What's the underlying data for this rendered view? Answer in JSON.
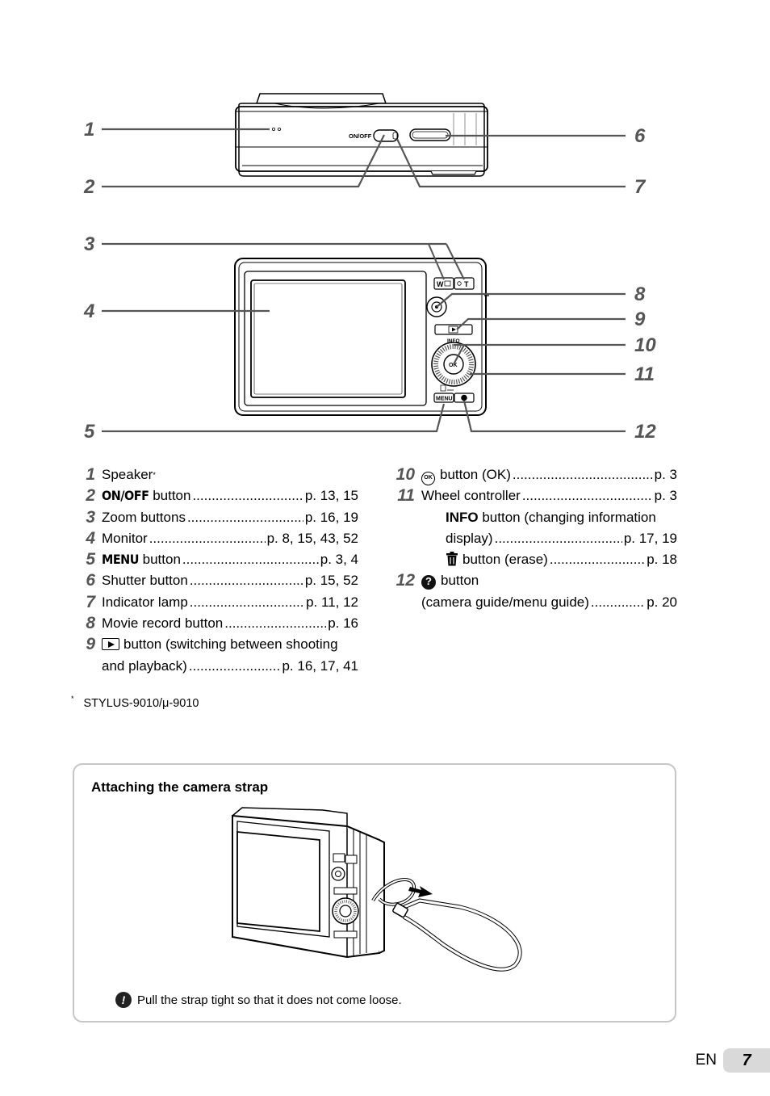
{
  "callouts": [
    "1",
    "2",
    "3",
    "4",
    "5",
    "6",
    "7",
    "8",
    "9",
    "10",
    "11",
    "12"
  ],
  "camera_labels": {
    "on_off": "ON/OFF",
    "zoom_w": "W",
    "zoom_t": "T",
    "info": "INFO",
    "ok": "OK",
    "menu": "MENU"
  },
  "legend_left": [
    {
      "num": "1",
      "label": "Speaker",
      "sup": "*",
      "page": ""
    },
    {
      "num": "2",
      "mark": "ON/OFF",
      "label": "button",
      "page": "p. 13, 15"
    },
    {
      "num": "3",
      "label": "Zoom buttons",
      "page": "p. 16, 19"
    },
    {
      "num": "4",
      "label": "Monitor",
      "page": "p. 8, 15, 43, 52"
    },
    {
      "num": "5",
      "mark": "MENU",
      "label": "button",
      "page": "p. 3, 4"
    },
    {
      "num": "6",
      "label": "Shutter button",
      "page": "p. 15, 52"
    },
    {
      "num": "7",
      "label": "Indicator lamp",
      "page": "p. 11, 12"
    },
    {
      "num": "8",
      "label": "Movie record button",
      "page": "p. 16"
    },
    {
      "num": "9",
      "label": "button (switching between shooting",
      "cont": "and playback)",
      "page": "p. 16, 17, 41"
    }
  ],
  "legend_right": [
    {
      "num": "10",
      "label": "button (OK)",
      "page": "p. 3"
    },
    {
      "num": "11",
      "label": "Wheel controller",
      "page": "p. 3"
    },
    {
      "info_mark": "INFO",
      "label": "button (changing information",
      "cont": "display)",
      "page": "p. 17, 19"
    },
    {
      "label": "button (erase)",
      "page": "p. 18"
    },
    {
      "num": "12",
      "label": "button",
      "cont": "(camera guide/menu guide)",
      "page": "p. 20"
    }
  ],
  "footnote": {
    "mark": "*",
    "text": "STYLUS-9010/μ-9010"
  },
  "strap": {
    "title": "Attaching the camera strap",
    "note": "Pull the strap tight so that it does not come loose.",
    "note_icon": "!"
  },
  "footer": {
    "lang": "EN",
    "page": "7"
  }
}
